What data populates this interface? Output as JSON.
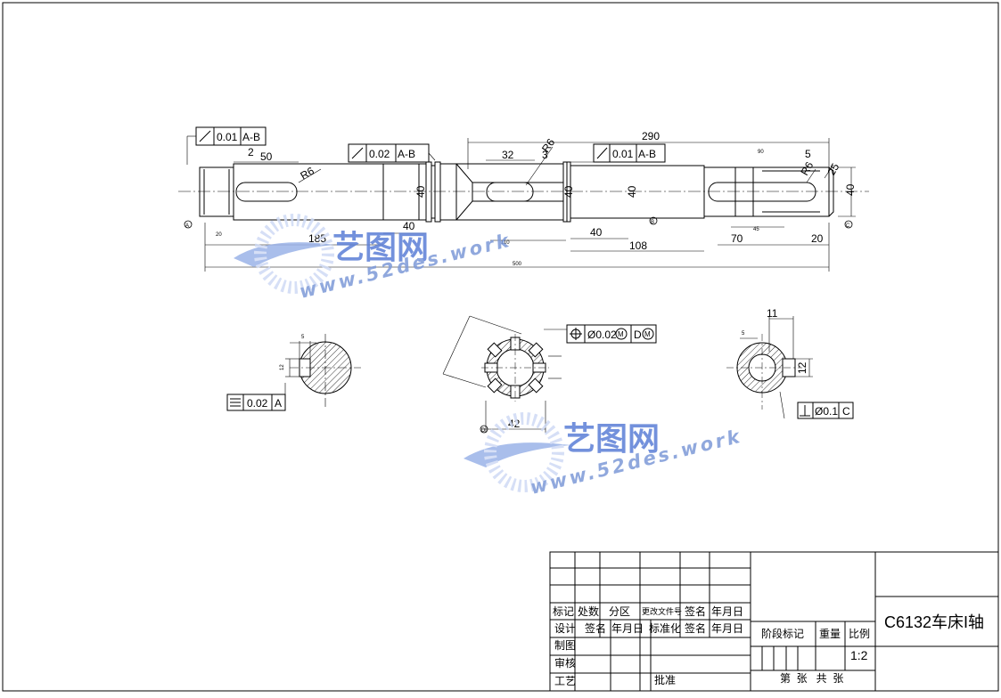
{
  "feature_control_frames": {
    "fcf1": {
      "tolerance": "0.01",
      "datum": "A-B"
    },
    "fcf2": {
      "tolerance": "0.02",
      "datum": "A-B"
    },
    "fcf3": {
      "tolerance": "0.01",
      "datum": "A-B"
    },
    "fcf4": {
      "tolerance": "0.02",
      "datum": "A"
    },
    "fcf5": {
      "tolerance": "Ø0.02",
      "mod1": "M",
      "datum": "D",
      "mod2": "M"
    },
    "fcf6": {
      "tolerance": "Ø0.1",
      "datum": "C"
    }
  },
  "dimensions": {
    "d290": "290",
    "d50": "50",
    "d2": "2",
    "dR6a": "R6",
    "dR6b": "R6",
    "dR6c": "R6",
    "d32": "32",
    "d3": "3",
    "d90": "90",
    "d5": "5",
    "d185": "185",
    "d40a": "40",
    "d40b": "40",
    "d40c": "40",
    "d40d": "40",
    "d40e": "40",
    "d108": "108",
    "d70": "70",
    "d20": "20",
    "d110": "110",
    "d500": "500",
    "d20s": "20",
    "d45": "45",
    "d12a": "12",
    "d12b": "12",
    "d11": "11",
    "d42": "42",
    "d25": "25",
    "dDiam": "Ø",
    "d5a": "5"
  },
  "datums": {
    "A": "A",
    "B": "B",
    "C": "C",
    "D": "D"
  },
  "title_block": {
    "row_labels": [
      "标记",
      "处数",
      "分区",
      "更改文件号",
      "签名",
      "年月日"
    ],
    "design": "设计",
    "sign2": "签名",
    "date2": "年月日",
    "standard": "标准化",
    "sign3": "签名",
    "date3": "年月日",
    "draw": "制图",
    "check": "审核",
    "process": "工艺",
    "approve": "批准",
    "stage_mark": "阶段标记",
    "weight": "重量",
    "scale_label": "比例",
    "scale": "1:2",
    "sheet_info": "第  张   共  张",
    "title": "C6132车床I轴"
  },
  "watermark": {
    "logo": "艺图网",
    "url": "www.52des.work"
  }
}
